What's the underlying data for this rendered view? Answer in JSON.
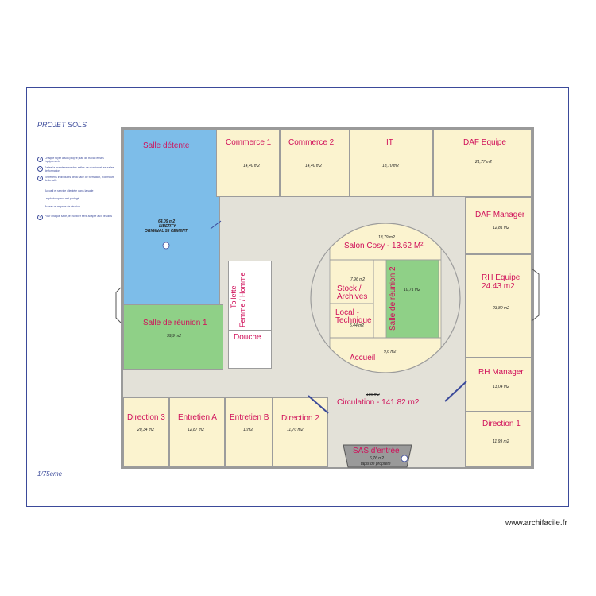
{
  "project": {
    "title": "PROJET SOLS",
    "scale": "1/75eme",
    "watermark": "www.archifacile.fr"
  },
  "legend": [
    {
      "num": "1",
      "text": "Chaque foyer a son propre plan de travail et ses équipements"
    },
    {
      "num": "2",
      "text": "Faites la maintenance des salles de réunion et les salles de formation"
    },
    {
      "num": "3",
      "text": "Entretiens individuels de la salle de formation, Fourniture de la salle"
    },
    {
      "num": "",
      "text": "Accueil et service clientèle dans la salle"
    },
    {
      "num": "",
      "text": "Le photocopieur est partagé"
    },
    {
      "num": "",
      "text": "Bureau et espace de réunion"
    },
    {
      "num": "5",
      "text": "Pour chaque salle, le mobilier sera adapté aux besoins"
    }
  ],
  "rooms": {
    "salle_detente": {
      "name": "Salle détente",
      "area": "64,09 m2",
      "note1": "LIBERTY",
      "note2": "ORIGINAL 55 CEMENT",
      "color": "#7dbde9"
    },
    "commerce1": {
      "name": "Commerce 1",
      "area": "14,40 m2"
    },
    "commerce2": {
      "name": "Commerce 2",
      "area": "14,40 m2"
    },
    "it": {
      "name": "IT",
      "area": "18,70 m2"
    },
    "daf_equipe": {
      "name": "DAF Equipe",
      "area": "21,77 m2"
    },
    "daf_manager": {
      "name": "DAF Manager",
      "area": "12,81 m2"
    },
    "rh_equipe": {
      "name": "RH Equipe",
      "name2": "24.43 m2",
      "area": "23,80 m2"
    },
    "rh_manager": {
      "name": "RH Manager",
      "area": "13,04 m2"
    },
    "direction1": {
      "name": "Direction 1",
      "area": "11,99 m2"
    },
    "salle_reunion1": {
      "name": "Salle de réunion 1",
      "area": "39,9 m2",
      "color": "#8fd087"
    },
    "salle_reunion2": {
      "name": "Salle de réunion 2",
      "area": "10,71 m2",
      "color": "#8fd087"
    },
    "salon_cosy": {
      "name": "Salon Cosy - 13.62 M²",
      "area": "18,79 m2"
    },
    "stock": {
      "name": "Stock /",
      "name2": "Archives",
      "area": "7,96 m2"
    },
    "local_tech": {
      "name": "Local -",
      "name2": "Technique",
      "area": "5,44 m2"
    },
    "accueil": {
      "name": "Accueil",
      "area": "9,6 m2"
    },
    "toilette": {
      "name": "Toilette",
      "name2": "Femme / Homme"
    },
    "douche": {
      "name": "Douche"
    },
    "circulation": {
      "name": "Circulation - 141.82 m2",
      "area": "189 m2",
      "color": "#e3e1d8"
    },
    "direction3": {
      "name": "Direction 3",
      "area": "20,34 m2"
    },
    "entretien_a": {
      "name": "Entretien A",
      "area": "12,87 m2"
    },
    "entretien_b": {
      "name": "Entretien B",
      "area": "11m2"
    },
    "direction2": {
      "name": "Direction 2",
      "area": "11,70 m2"
    },
    "sas": {
      "name": "SAS d'entrée",
      "area": "6,76 m2",
      "note": "tapis de propreté",
      "color": "#9a9a9a"
    }
  }
}
